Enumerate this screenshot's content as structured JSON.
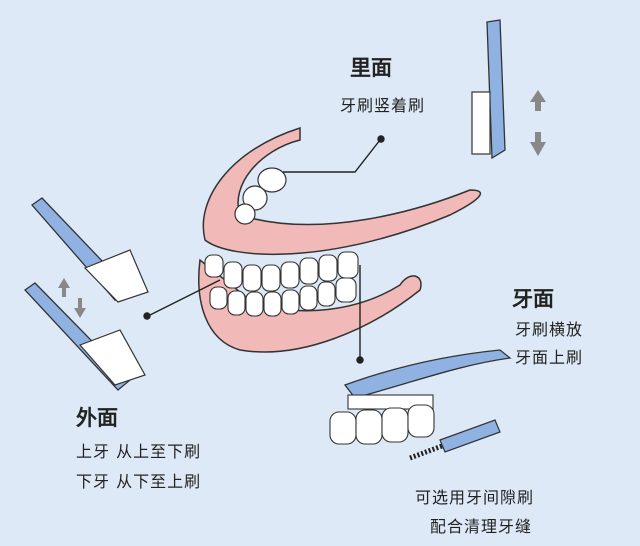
{
  "inner": {
    "title": "里面",
    "desc": "牙刷竖着刷"
  },
  "chewing": {
    "title": "牙面",
    "lines": [
      "牙刷横放",
      "牙面上刷"
    ]
  },
  "outer": {
    "title": "外面",
    "lines": [
      "上牙 从上至下刷",
      "下牙 从下至上刷"
    ]
  },
  "interdental": {
    "lines": [
      "可选用牙间隙刷",
      "配合清理牙缝"
    ]
  },
  "colors": {
    "background": "#dde9f6",
    "gum": "#f2b9b9",
    "brush": "#8fb2e2",
    "ink": "#222222"
  }
}
